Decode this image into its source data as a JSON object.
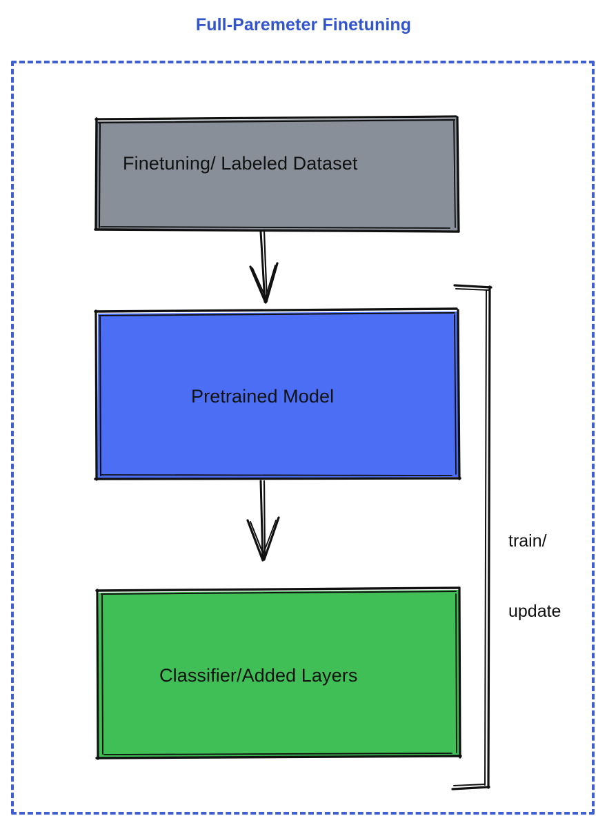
{
  "title": "Full-Paremeter Finetuning",
  "colors": {
    "title": "#3355cc",
    "frame_border": "#3f5fd0",
    "dataset_fill": "#898f98",
    "pretrained_fill": "#4b6ef5",
    "classifier_fill": "#3fbf55",
    "stroke": "#101010",
    "label_text": "#111111",
    "background": "#ffffff"
  },
  "frame": {
    "style": "dashed",
    "name": "full-parameter-finetuning-group"
  },
  "nodes": [
    {
      "id": "dataset",
      "label": "Finetuning/ Labeled Dataset",
      "fill": "#898f98",
      "shape": "rectangle"
    },
    {
      "id": "pretrained",
      "label": "Pretrained Model",
      "fill": "#4b6ef5",
      "shape": "rectangle"
    },
    {
      "id": "classifier",
      "label": "Classifier/Added Layers",
      "fill": "#3fbf55",
      "shape": "rectangle"
    }
  ],
  "edges": [
    {
      "id": "dataset-to-pretrained",
      "from": "dataset",
      "to": "pretrained",
      "label": "",
      "arrow": true
    },
    {
      "id": "pretrained-to-classifier",
      "from": "pretrained",
      "to": "classifier",
      "label": "",
      "arrow": true
    },
    {
      "id": "classifier-to-pretrained-loop",
      "from": "classifier",
      "to": "pretrained",
      "label_line1": "train/",
      "label_line2": "update",
      "arrow": false
    }
  ],
  "edge_label": {
    "line1": "train/",
    "line2": "update"
  }
}
